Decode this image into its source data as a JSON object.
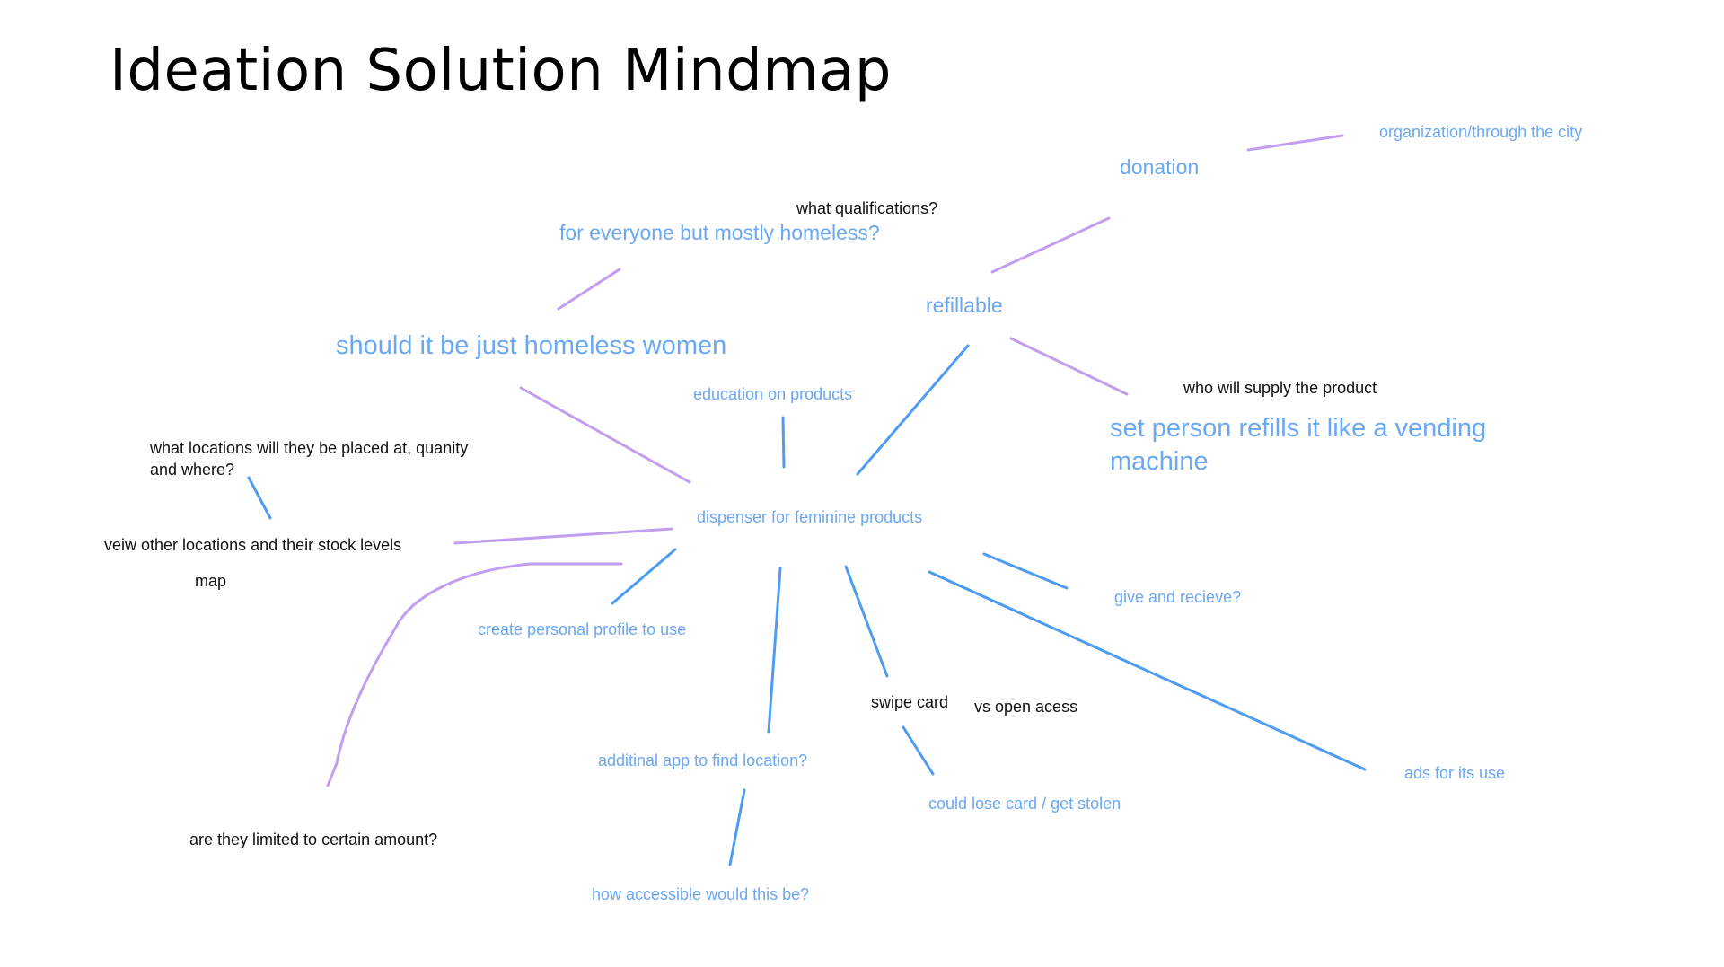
{
  "title": "Ideation Solution Mindmap",
  "colors": {
    "purple_line": "#c29ef0",
    "blue_line": "#4e9cf2",
    "blue_text": "#6aa8f4",
    "dark_text": "#111111"
  },
  "nodes": {
    "donation": "donation",
    "organization": "organization/through the city",
    "what_qualifications": "what qualifications?",
    "for_everyone": "for everyone but mostly homeless?",
    "refillable": "refillable",
    "should_homeless_women": "should it be just homeless women",
    "education": "education on products",
    "who_supply": "who will supply the product",
    "set_person_line1": "set person refills it like a vending",
    "set_person_line2": "machine",
    "what_locations_line1": "what locations will they be placed at, quanity",
    "what_locations_line2": "and where?",
    "center": "dispenser for feminine products",
    "view_locations": "veiw other locations and their stock levels",
    "map": "map",
    "profile": "create personal profile to use",
    "give_receive": "give and recieve?",
    "swipe_card": "swipe card",
    "open_access": "vs open acess",
    "additional_app": "additinal app to find location?",
    "ads": "ads for its use",
    "lose_card": "could lose card / get stolen",
    "limited_amount": "are they limited to certain amount?",
    "accessible": "how accessible would this be?"
  }
}
